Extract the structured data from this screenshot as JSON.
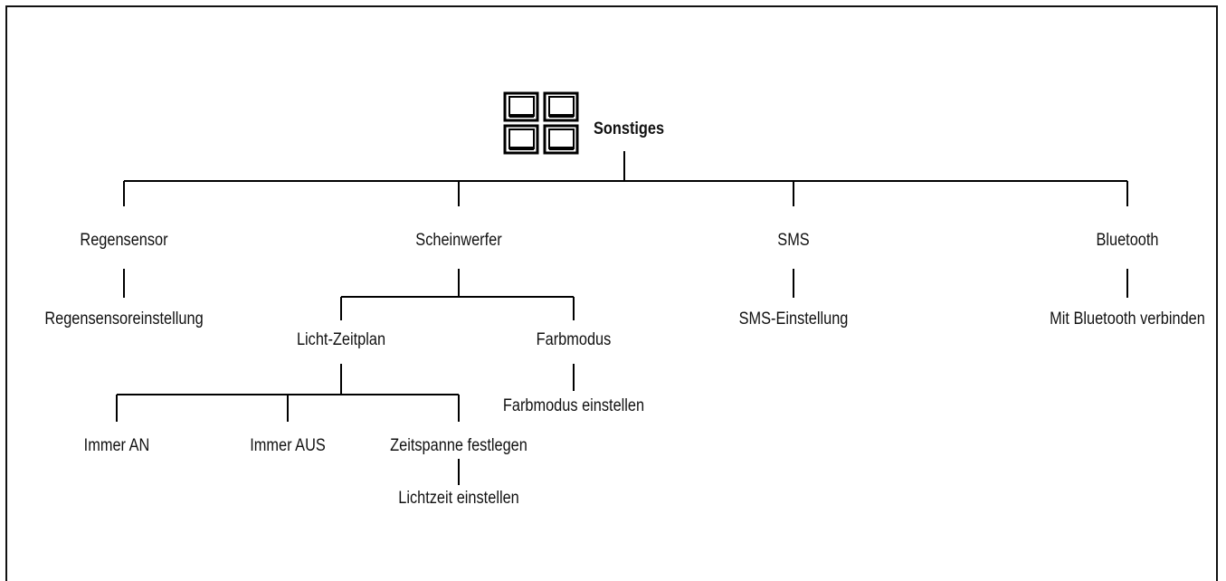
{
  "root": {
    "label": "Sonstiges",
    "icon": "grid-four-squares-icon"
  },
  "branches": {
    "regensensor": {
      "label": "Regensensor",
      "child": "Regensensoreinstellung"
    },
    "scheinwerfer": {
      "label": "Scheinwerfer",
      "licht_zeitplan": {
        "label": "Licht-Zeitplan",
        "immer_an": "Immer AN",
        "immer_aus": "Immer AUS",
        "zeitspanne": {
          "label": "Zeitspanne festlegen",
          "child": "Lichtzeit einstellen"
        }
      },
      "farbmodus": {
        "label": "Farbmodus",
        "child": "Farbmodus einstellen"
      }
    },
    "sms": {
      "label": "SMS",
      "child": "SMS-Einstellung"
    },
    "bluetooth": {
      "label": "Bluetooth",
      "child": "Mit Bluetooth verbinden"
    }
  }
}
